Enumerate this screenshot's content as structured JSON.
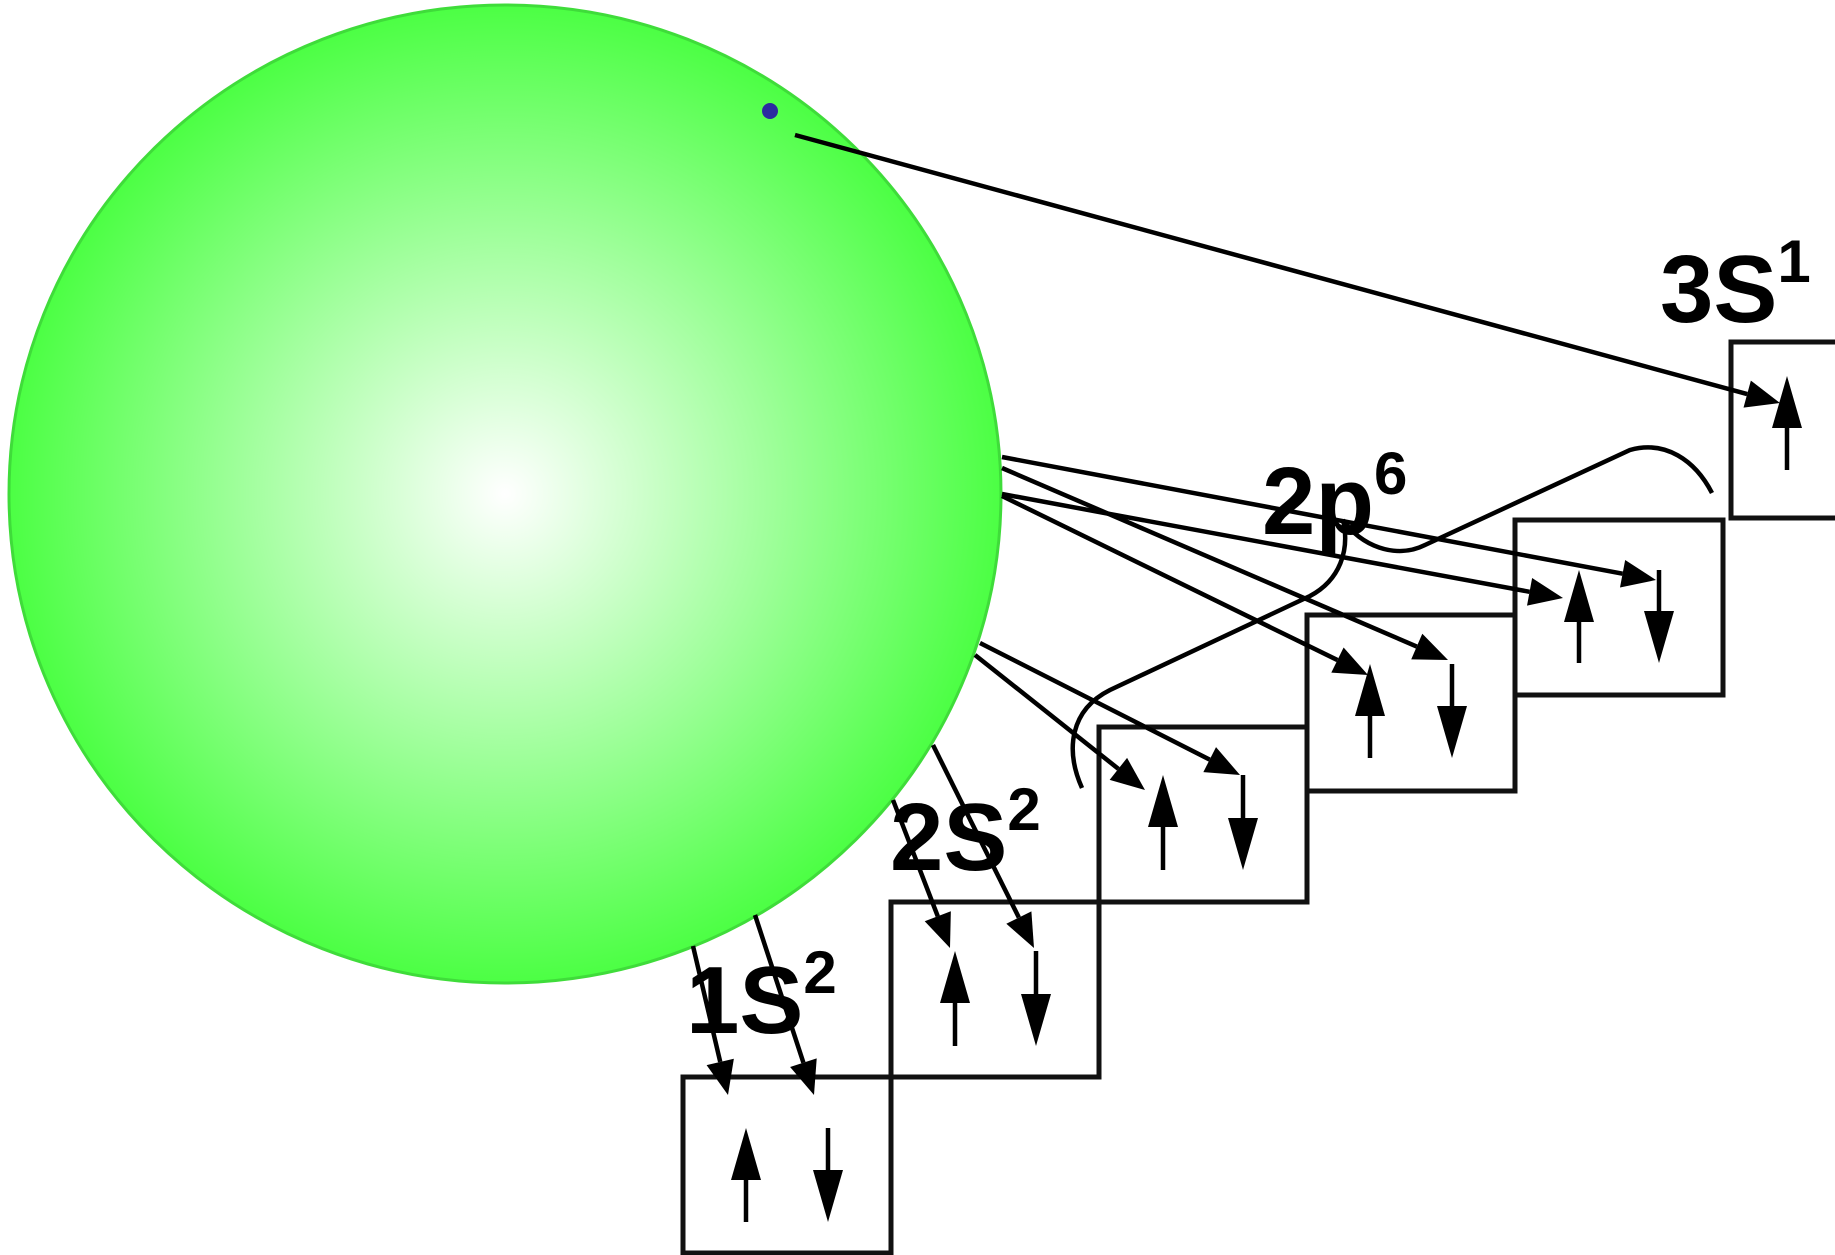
{
  "atom": {
    "sphere_color_center": "#ffffff",
    "sphere_color_edge": "#4cff44",
    "sphere_border_color": "#3fdc3a",
    "electron_color": "#2b2ba0"
  },
  "labels": [
    {
      "id": "1s",
      "text": "1S",
      "sup": "2"
    },
    {
      "id": "2s",
      "text": "2S",
      "sup": "2"
    },
    {
      "id": "2p",
      "text": "2p",
      "sup": "6"
    },
    {
      "id": "3s",
      "text": "3S",
      "sup": "1"
    }
  ],
  "orbitals": [
    {
      "id": "1s",
      "spins": [
        "up",
        "down"
      ]
    },
    {
      "id": "2s",
      "spins": [
        "up",
        "down"
      ]
    },
    {
      "id": "2p-1",
      "spins": [
        "up",
        "down"
      ]
    },
    {
      "id": "2p-2",
      "spins": [
        "up",
        "down"
      ]
    },
    {
      "id": "2p-3",
      "spins": [
        "up",
        "down"
      ]
    },
    {
      "id": "3s",
      "spins": [
        "up"
      ]
    }
  ]
}
